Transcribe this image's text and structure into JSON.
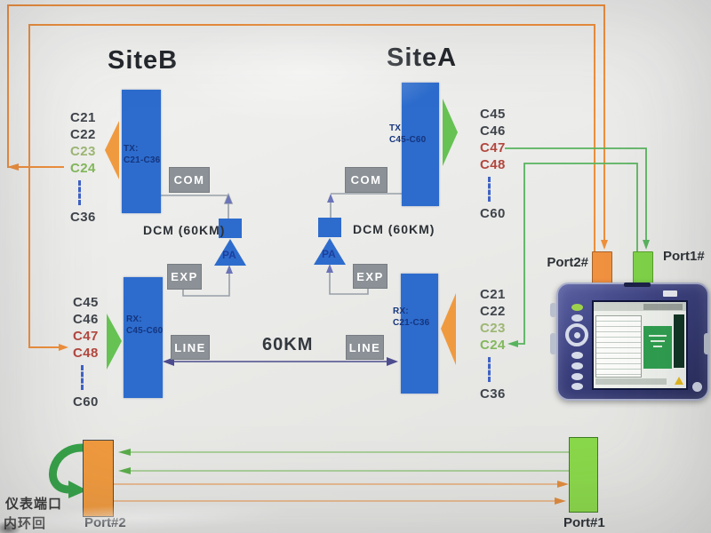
{
  "titles": {
    "site_b": "SiteB",
    "site_a": "SiteA"
  },
  "site_b": {
    "tx_unit": {
      "name": "TX:",
      "range": "C21-C36"
    },
    "rx_unit": {
      "name": "RX:",
      "range": "C45-C60"
    },
    "com_label": "COM",
    "exp_label": "EXP",
    "line_label": "LINE",
    "dcm_label": "DCM (60KM)",
    "pa_label": "PA",
    "tx_channels": [
      {
        "label": "C21",
        "color": "#3f444b"
      },
      {
        "label": "C22",
        "color": "#3f444b"
      },
      {
        "label": "C23",
        "color": "#9db774"
      },
      {
        "label": "C24",
        "color": "#83b85c"
      },
      {
        "label": "C36",
        "color": "#3f444b"
      }
    ],
    "rx_channels": [
      {
        "label": "C45",
        "color": "#3f444b"
      },
      {
        "label": "C46",
        "color": "#3f444b"
      },
      {
        "label": "C47",
        "color": "#b2473e"
      },
      {
        "label": "C48",
        "color": "#b2473e"
      },
      {
        "label": "C60",
        "color": "#3f444b"
      }
    ]
  },
  "site_a": {
    "tx_unit": {
      "name": "TX",
      "range": "C45-C60"
    },
    "rx_unit": {
      "name": "RX:",
      "range": "C21-C36"
    },
    "com_label": "COM",
    "exp_label": "EXP",
    "line_label": "LINE",
    "dcm_label": "DCM (60KM)",
    "pa_label": "PA",
    "tx_channels": [
      {
        "label": "C45",
        "color": "#3f444b"
      },
      {
        "label": "C46",
        "color": "#3f444b"
      },
      {
        "label": "C47",
        "color": "#b2473e"
      },
      {
        "label": "C48",
        "color": "#b2473e"
      },
      {
        "label": "C60",
        "color": "#3f444b"
      }
    ],
    "rx_channels": [
      {
        "label": "C21",
        "color": "#3f444b"
      },
      {
        "label": "C22",
        "color": "#3f444b"
      },
      {
        "label": "C23",
        "color": "#9db774"
      },
      {
        "label": "C24",
        "color": "#83b85c"
      },
      {
        "label": "C36",
        "color": "#3f444b"
      }
    ]
  },
  "span": {
    "distance": "60KM"
  },
  "instrument": {
    "port2_label": "Port2#",
    "port1_label": "Port1#"
  },
  "loopback": {
    "port2_label": "Port#2",
    "port1_label": "Port#1",
    "caption_line1": "仪表端口",
    "caption_line2": "内环回"
  },
  "colors": {
    "orange_line": "#ee8f3c",
    "green_line": "#58b35e",
    "block_blue": "#2d6ccd",
    "box_gray": "#8b9196",
    "span_line": "#4c4c8e",
    "red_channel": "#b2473e",
    "green_channel": "#83b85c",
    "dark_channel": "#3f444b",
    "port_orange": "#f09140",
    "port_green": "#7fd348"
  }
}
